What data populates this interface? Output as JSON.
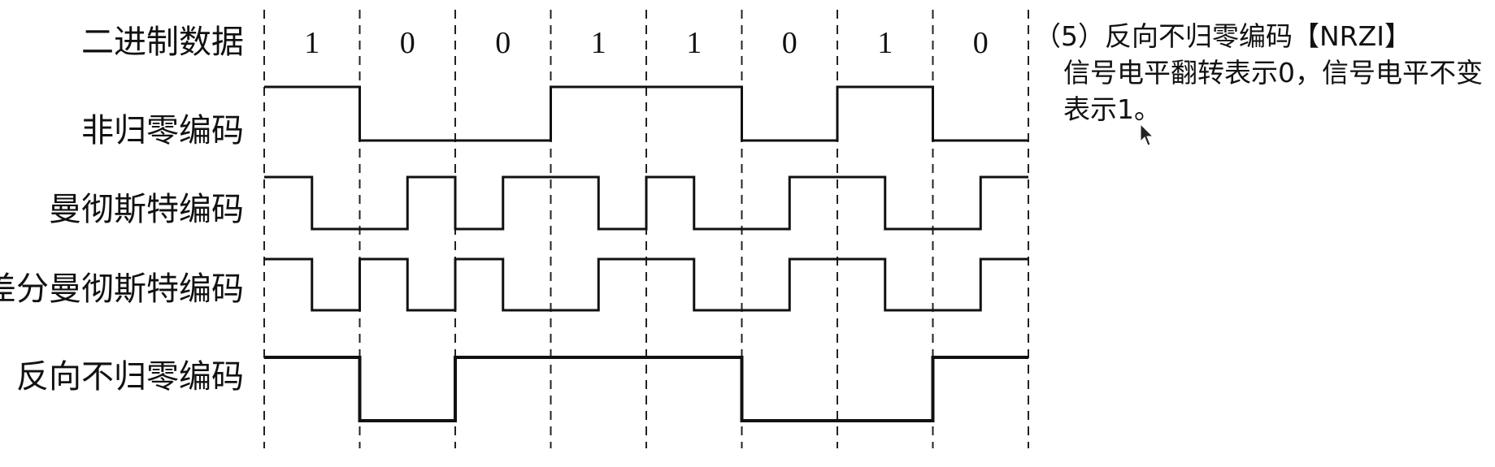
{
  "rows": {
    "binary": "二进制数据",
    "nrz": "非归零编码",
    "manchester": "曼彻斯特编码",
    "diff_manchester": "差分曼彻斯特编码",
    "nrzi": "反向不归零编码"
  },
  "bits": [
    "1",
    "0",
    "0",
    "1",
    "1",
    "0",
    "1",
    "0"
  ],
  "signals": {
    "nrz": [
      1,
      0,
      0,
      1,
      1,
      0,
      1,
      0
    ],
    "manchester": [
      [
        1,
        0
      ],
      [
        0,
        1
      ],
      [
        0,
        1
      ],
      [
        1,
        0
      ],
      [
        1,
        0
      ],
      [
        0,
        1
      ],
      [
        1,
        0
      ],
      [
        0,
        1
      ]
    ],
    "diff_manchester": [
      [
        1,
        0
      ],
      [
        1,
        0
      ],
      [
        1,
        0
      ],
      [
        0,
        1
      ],
      [
        1,
        0
      ],
      [
        0,
        1
      ],
      [
        1,
        0
      ],
      [
        0,
        1
      ]
    ],
    "nrzi": [
      1,
      0,
      1,
      1,
      1,
      0,
      0,
      1
    ]
  },
  "note": {
    "heading": "（5）反向不归零编码【NRZI】",
    "body": "信号电平翻转表示0，信号电平不变表示1。"
  },
  "cursor_icon": "mouse-pointer-icon"
}
